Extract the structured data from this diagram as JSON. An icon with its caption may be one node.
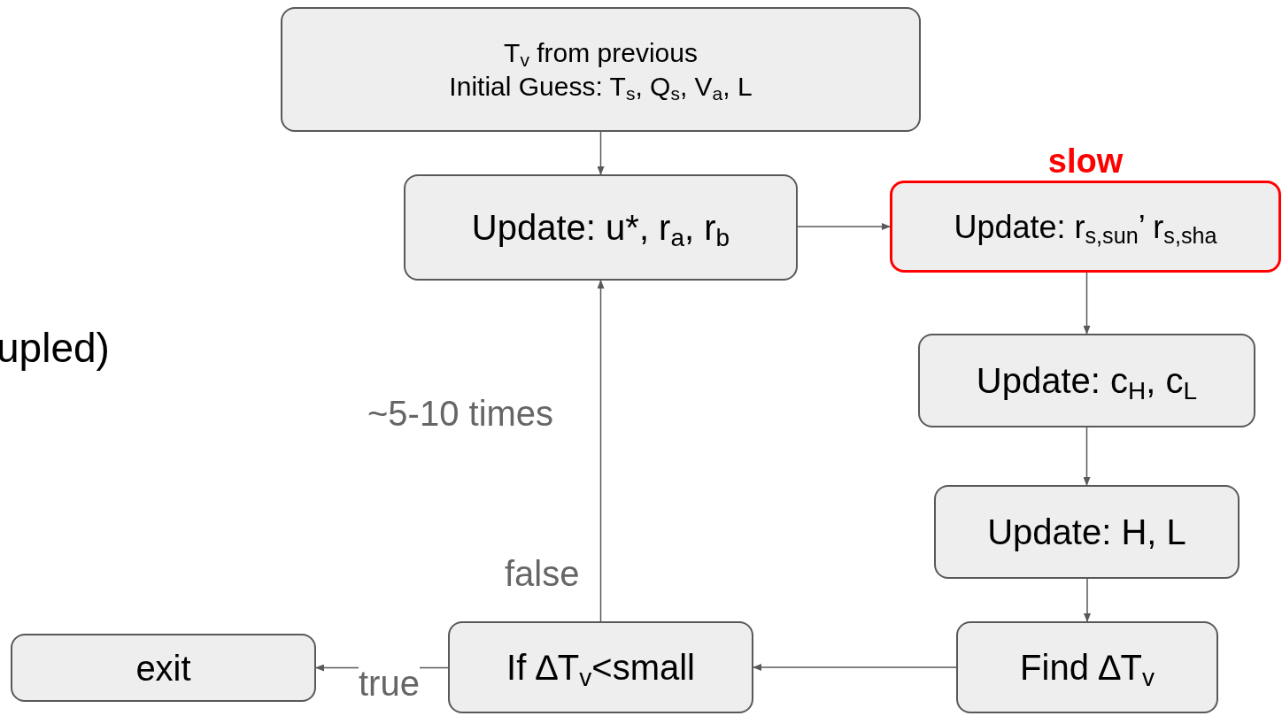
{
  "diagram": {
    "nodes": [
      {
        "text": [
          "T$_{v}$ from previous",
          "Initial Guess: T$_{s}$, Q$_{s}$, V$_{a}$, L"
        ]
      },
      {
        "text": [
          "Update: u*, r$_{a}$, r$_{b}$"
        ]
      },
      {
        "text": [
          "Update:  r$_{s,sun}$’ r$_{s,sha}$"
        ],
        "beside": [
          "slow"
        ]
      },
      {
        "text": [
          "Update: c$_{H}$, c$_{L}$"
        ]
      },
      {
        "text": [
          "Update: H, L"
        ]
      },
      {
        "text": [
          "Find ∆T$_{v}$"
        ]
      },
      {
        "text": [
          "If ∆T$_{v}$<small"
        ]
      },
      {
        "text": [
          "exit"
        ]
      }
    ],
    "edges": [
      {
        "from": 0,
        "to": 1,
        "arrow": "to"
      },
      {
        "from": 1,
        "to": 2,
        "arrow": "to"
      },
      {
        "from": 2,
        "to": 3,
        "arrow": "to"
      },
      {
        "from": 3,
        "to": 4,
        "arrow": "to"
      },
      {
        "from": 4,
        "to": 5,
        "arrow": "to"
      },
      {
        "from": 5,
        "to": 6,
        "arrow": "to"
      },
      {
        "from": 6,
        "to": 7,
        "arrow": "to",
        "label": "true"
      },
      {
        "from": 6,
        "to": 1,
        "arrow": "to",
        "label": "false"
      }
    ],
    "labels": [
      "upled)",
      "~5-10 times"
    ]
  }
}
